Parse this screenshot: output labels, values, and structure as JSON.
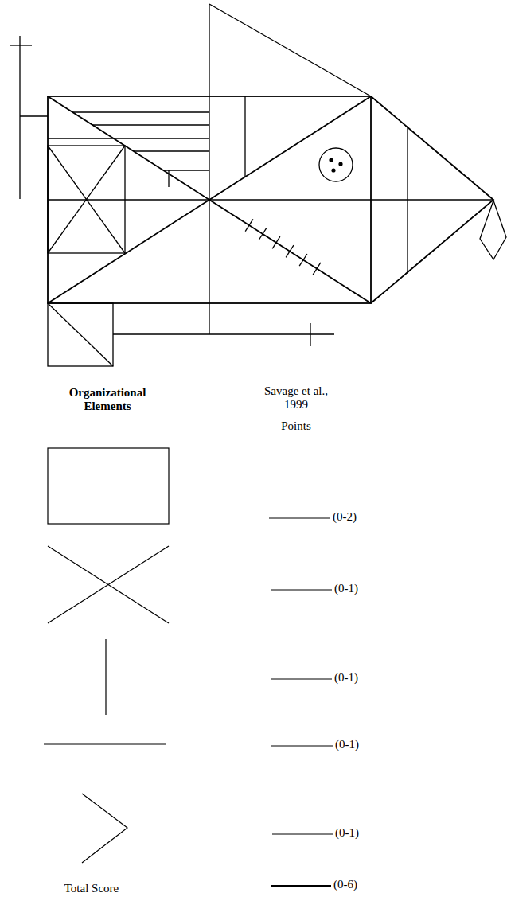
{
  "diagram": {
    "labels": [
      "Organizational Elements",
      "Savage et al., 1999",
      "Points",
      "(0-2)",
      "(0-1)",
      "(0-1)",
      "(0-1)",
      "(0-1)",
      "Total Score",
      "(0-6)"
    ]
  }
}
